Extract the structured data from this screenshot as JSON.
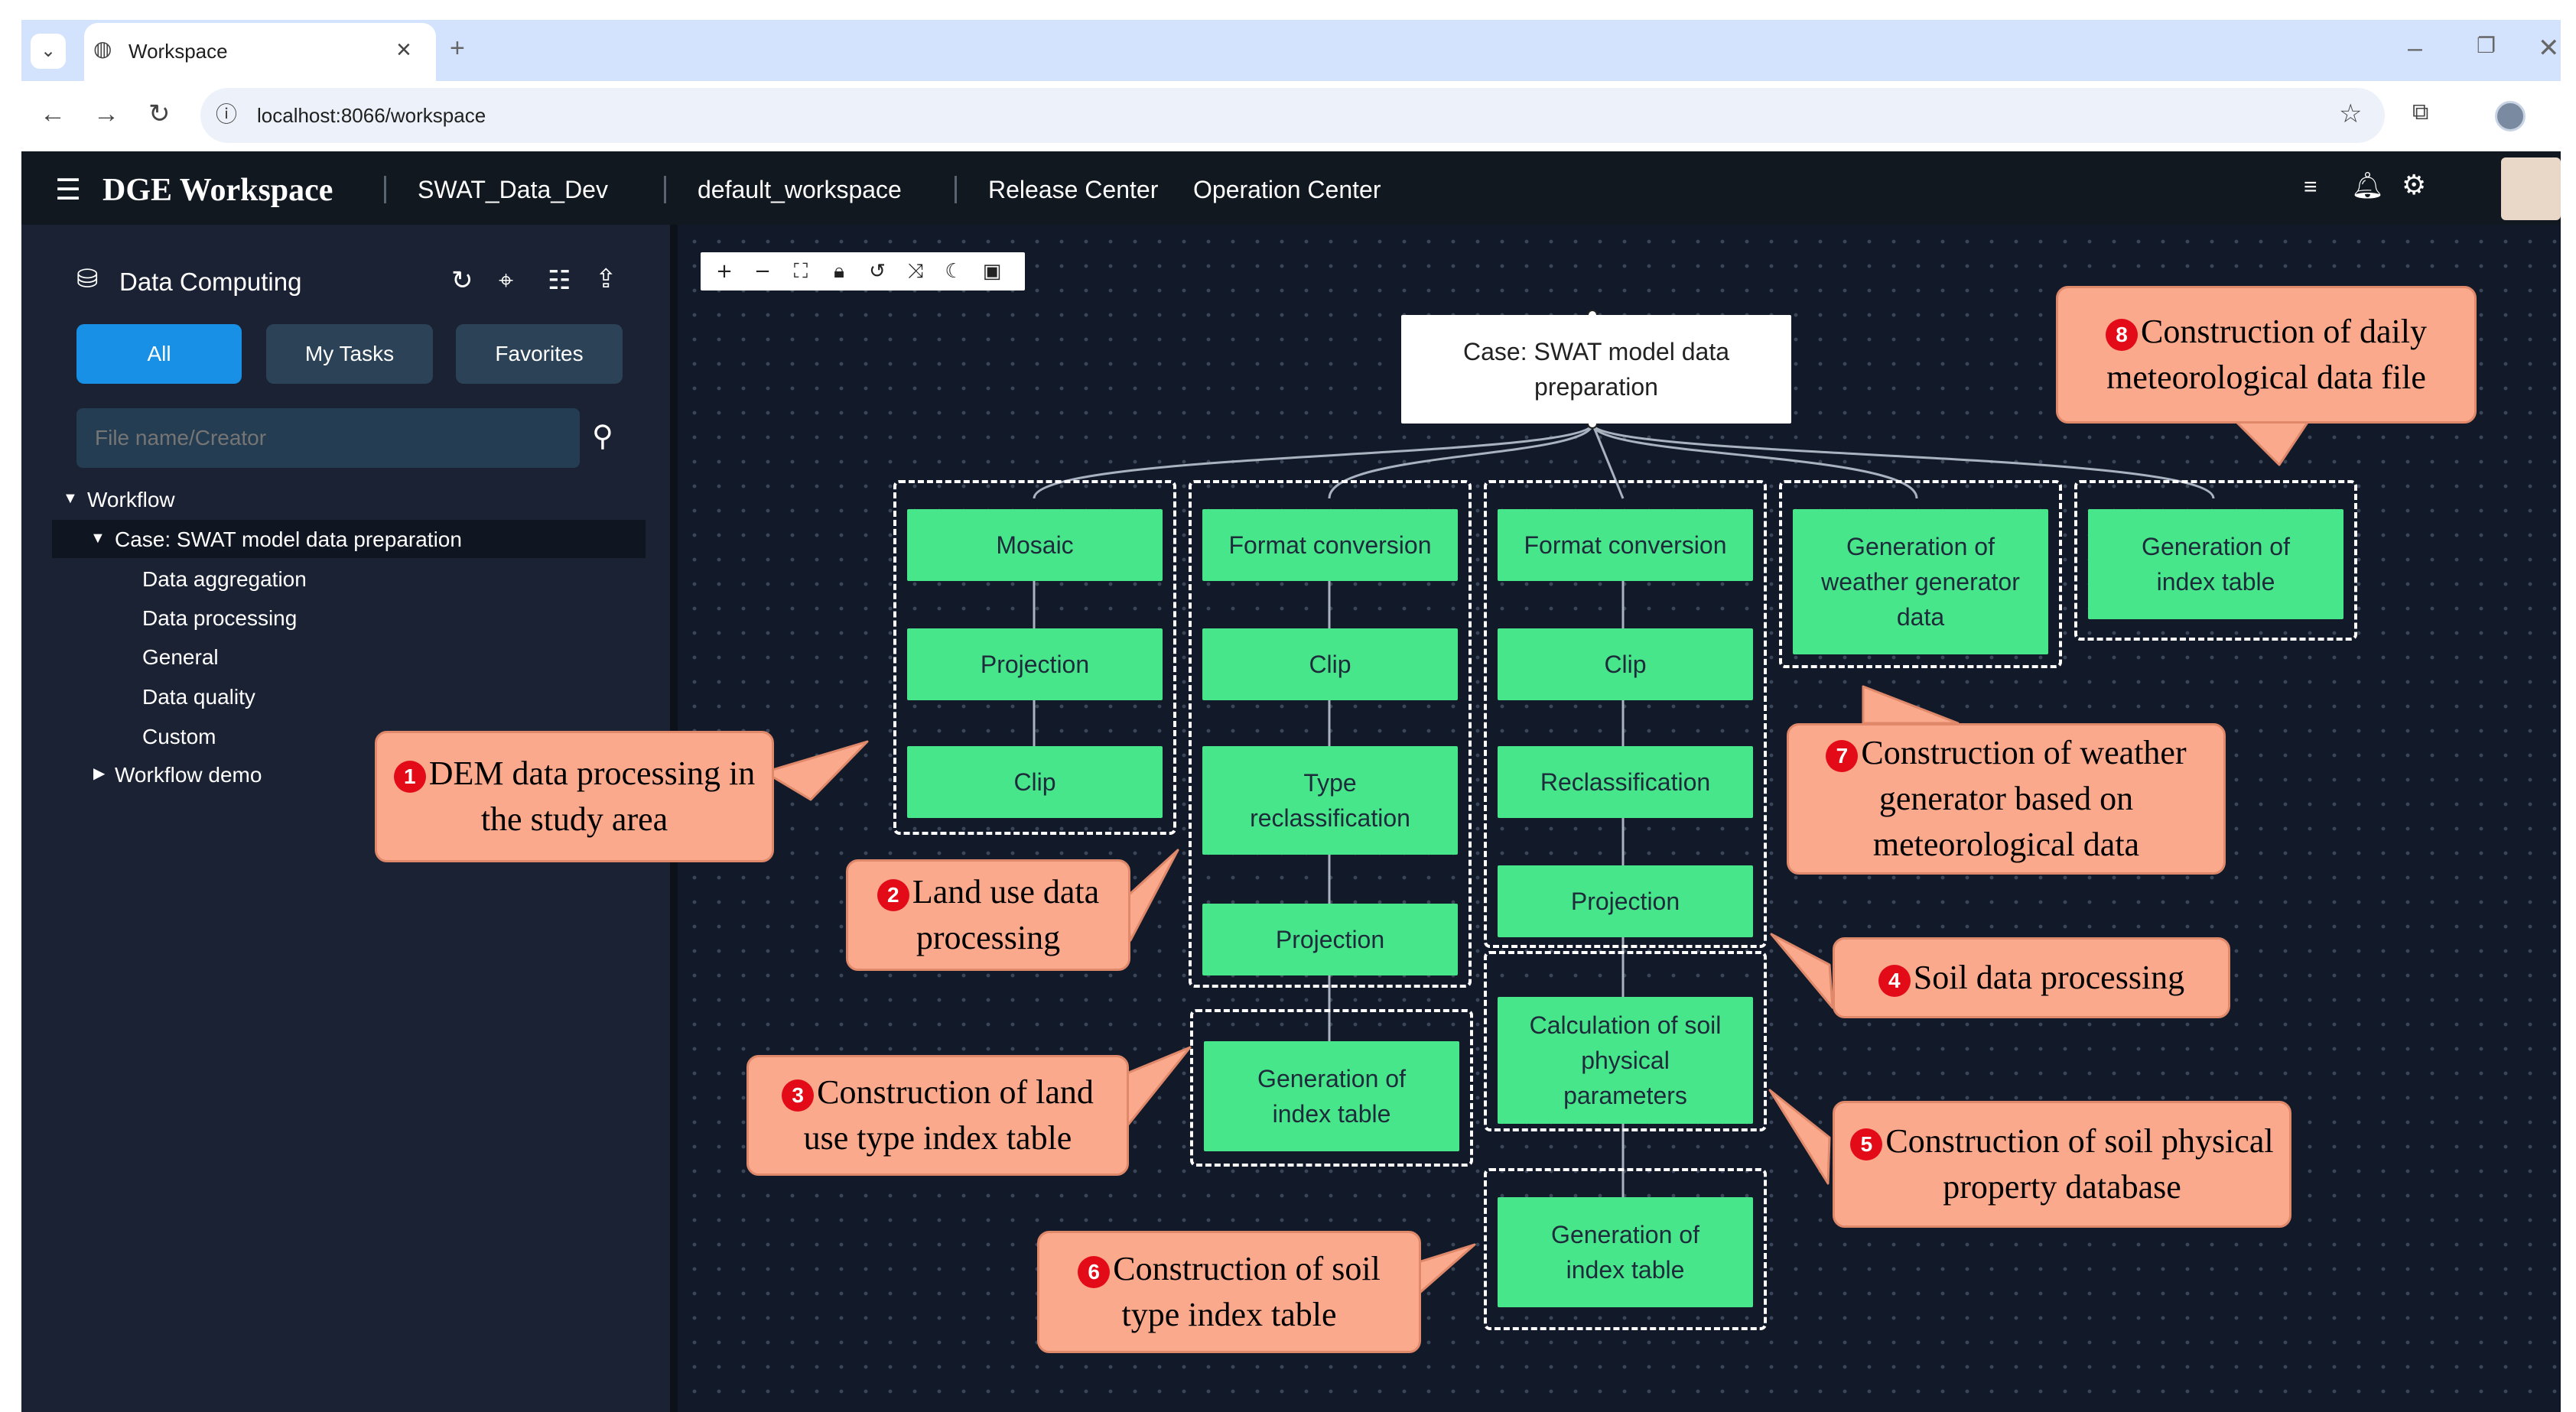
{
  "browser": {
    "tab_title": "Workspace",
    "url": "localhost:8066/workspace",
    "tab_close": "×",
    "new_tab": "+"
  },
  "header": {
    "brand": "DGE Workspace",
    "project": "SWAT_Data_Dev",
    "workspace": "default_workspace",
    "nav": [
      "Release Center",
      "Operation Center"
    ]
  },
  "sidebar": {
    "title": "Data Computing",
    "filters": [
      "All",
      "My Tasks",
      "Favorites"
    ],
    "search_placeholder": "File name/Creator",
    "tree": {
      "root": "Workflow",
      "case": "Case: SWAT model data preparation",
      "children": [
        "Data aggregation",
        "Data processing",
        "General",
        "Data quality",
        "Custom"
      ],
      "demo": "Workflow demo"
    }
  },
  "canvas": {
    "toolbar_icons": [
      "zoom-in-icon",
      "zoom-out-icon",
      "fit-icon",
      "lock-icon",
      "undo-icon",
      "shuffle-icon",
      "theme-icon",
      "minimap-icon"
    ],
    "root": "Case: SWAT model data preparation",
    "columns": [
      [
        "Mosaic",
        "Projection",
        "Clip"
      ],
      [
        "Format conversion",
        "Clip",
        "Type reclassification",
        "Projection",
        "Generation of index table"
      ],
      [
        "Format conversion",
        "Clip",
        "Reclassification",
        "Projection",
        "Calculation of soil physical parameters",
        "Generation of index table"
      ],
      [
        "Generation of weather generator data"
      ],
      [
        "Generation of index table"
      ]
    ]
  },
  "callouts": [
    {
      "num": "1",
      "text": "DEM data processing in the study area"
    },
    {
      "num": "2",
      "text": "Land use data processing"
    },
    {
      "num": "3",
      "text": "Construction of land use type index table"
    },
    {
      "num": "4",
      "text": "Soil data processing"
    },
    {
      "num": "5",
      "text": "Construction of soil physical property database"
    },
    {
      "num": "6",
      "text": "Construction of soil type index table"
    },
    {
      "num": "7",
      "text": "Construction of weather generator based on meteorological data"
    },
    {
      "num": "8",
      "text": "Construction of daily meteorological data file"
    }
  ],
  "colors": {
    "node": "#47e68a",
    "callout": "#fba98c",
    "badge": "#e30b18",
    "active_filter": "#1890e6"
  }
}
